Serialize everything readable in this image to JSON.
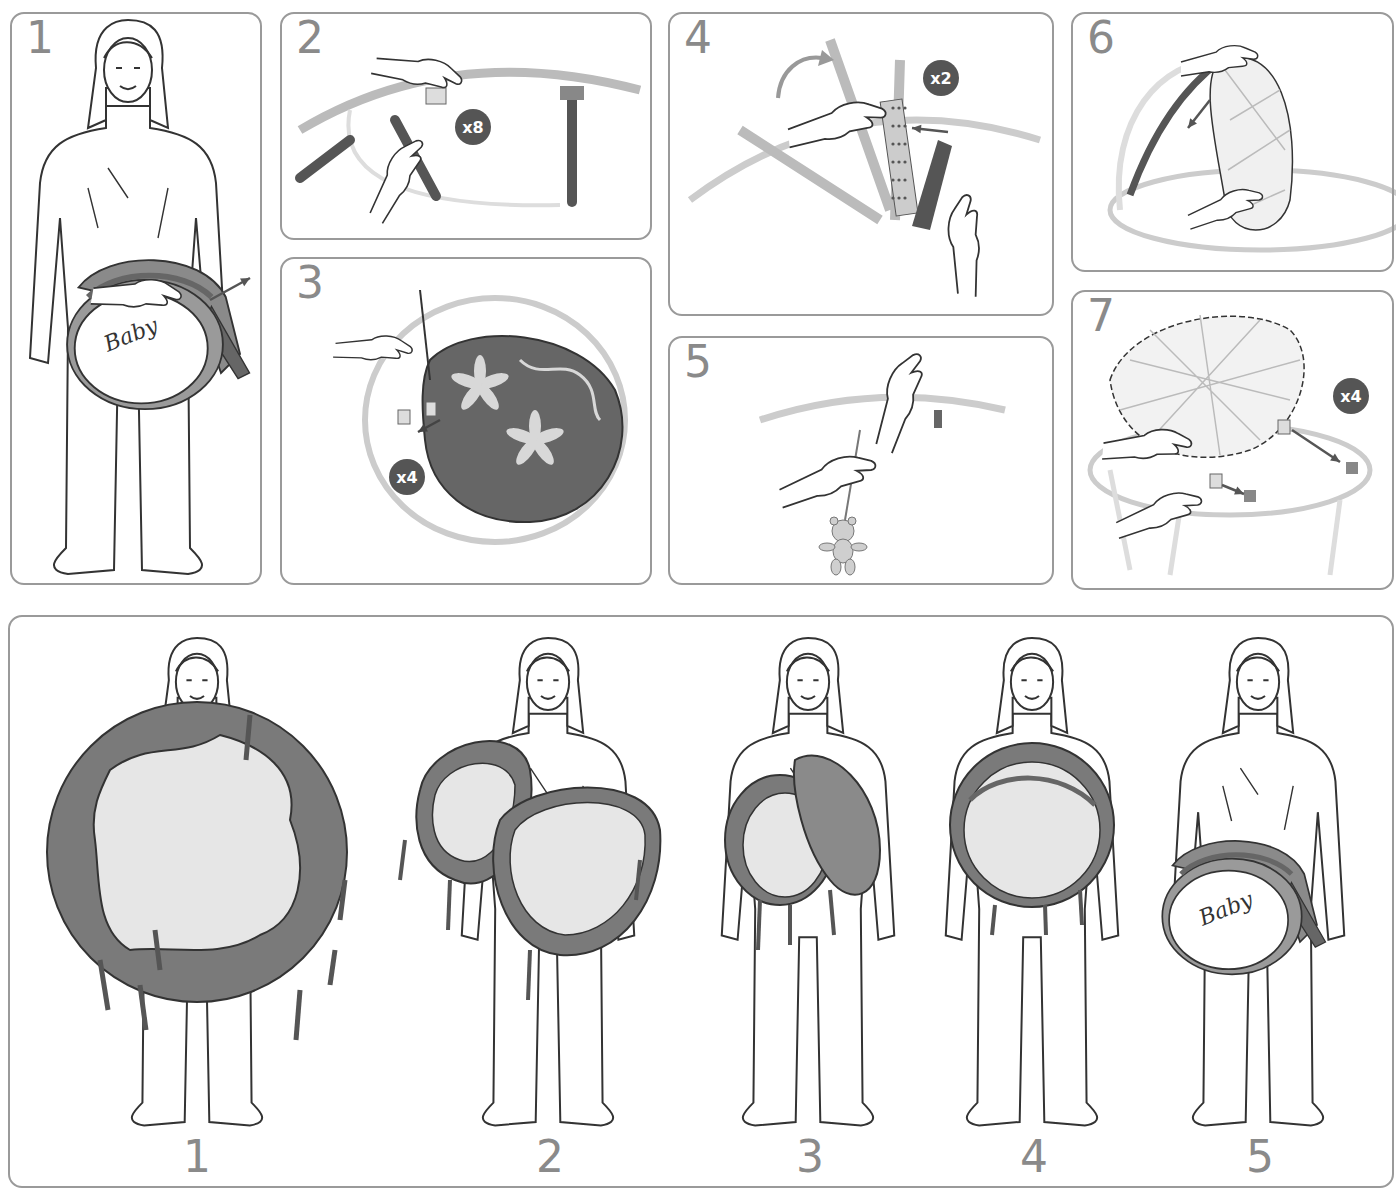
{
  "diagram": {
    "nodes": [
      {
        "text": [
          "1"
        ]
      },
      {
        "text": [
          "2"
        ]
      },
      {
        "text": [
          "x8"
        ],
        "in": 1
      },
      {
        "text": [
          "4"
        ]
      },
      {
        "text": [
          "x2"
        ],
        "in": 3
      },
      {
        "text": [
          "6"
        ]
      },
      {
        "text": [
          "3"
        ]
      },
      {
        "text": [
          "x4"
        ],
        "in": 6
      },
      {
        "text": [
          "5"
        ]
      },
      {
        "text": [
          "7"
        ]
      },
      {
        "text": [
          "x4"
        ],
        "in": 9
      },
      {
        "text": [
          "1",
          "2",
          "3",
          "4",
          "5"
        ]
      }
    ],
    "labels": [
      "Baby",
      "Baby"
    ]
  }
}
